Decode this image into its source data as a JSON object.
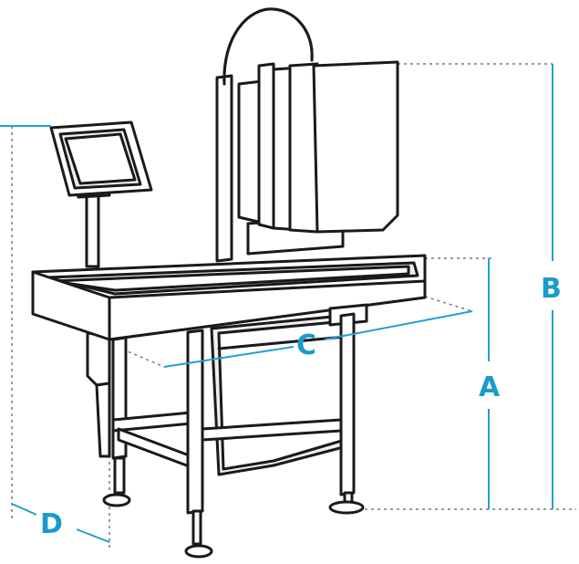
{
  "colors": {
    "dimension": "#1ea0d2",
    "outline": "#1a1a1a"
  },
  "dimensions": {
    "a": "A",
    "b": "B",
    "c": "C",
    "d": "D"
  }
}
